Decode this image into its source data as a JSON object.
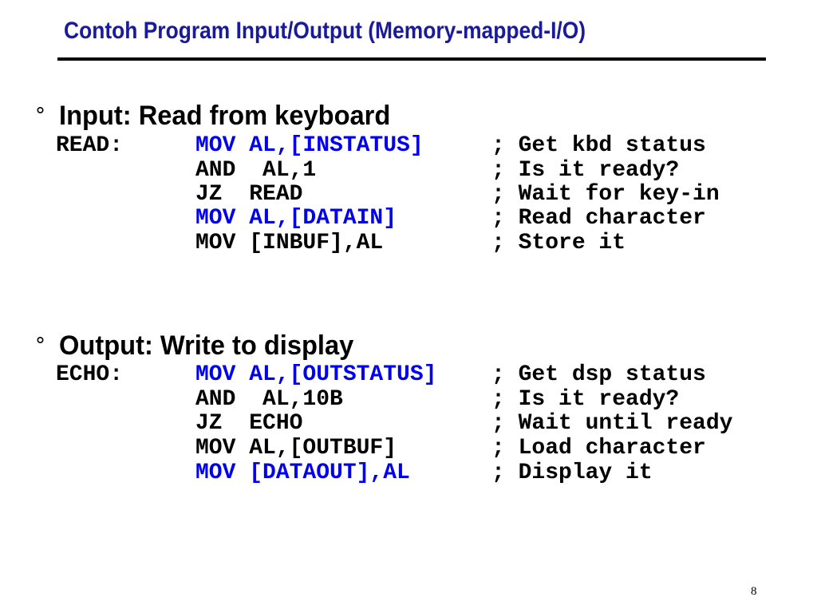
{
  "slide": {
    "title": "Contoh Program Input/Output (Memory-mapped-I/O)",
    "page_number": "8",
    "bullet_glyph": "°",
    "colors": {
      "title": "#1a1a9c",
      "highlight": "#0000ee",
      "text": "#000000",
      "rule": "#000000"
    }
  },
  "sections": [
    {
      "heading": "Input: Read from keyboard",
      "lines": [
        {
          "label": "READ:",
          "instr": "MOV AL,[INSTATUS]",
          "comment": "; Get kbd status",
          "highlight": true
        },
        {
          "label": "",
          "instr": "AND  AL,1",
          "comment": "; Is it ready?",
          "highlight": false
        },
        {
          "label": "",
          "instr": "JZ  READ",
          "comment": "; Wait for key-in",
          "highlight": false
        },
        {
          "label": "",
          "instr": "MOV AL,[DATAIN]",
          "comment": "; Read character",
          "highlight": true
        },
        {
          "label": "",
          "instr": "MOV [INBUF],AL",
          "comment": "; Store it",
          "highlight": false
        }
      ]
    },
    {
      "heading": "Output: Write to display",
      "lines": [
        {
          "label": "ECHO:",
          "instr": "MOV AL,[OUTSTATUS]",
          "comment": "; Get dsp status",
          "highlight": true
        },
        {
          "label": "",
          "instr": "AND  AL,10B",
          "comment": "; Is it ready?",
          "highlight": false
        },
        {
          "label": "",
          "instr": "JZ  ECHO",
          "comment": "; Wait until ready",
          "highlight": false
        },
        {
          "label": "",
          "instr": "MOV AL,[OUTBUF]",
          "comment": "; Load character",
          "highlight": false
        },
        {
          "label": "",
          "instr": "MOV [DATAOUT],AL",
          "comment": "; Display it",
          "highlight": true
        }
      ]
    }
  ]
}
